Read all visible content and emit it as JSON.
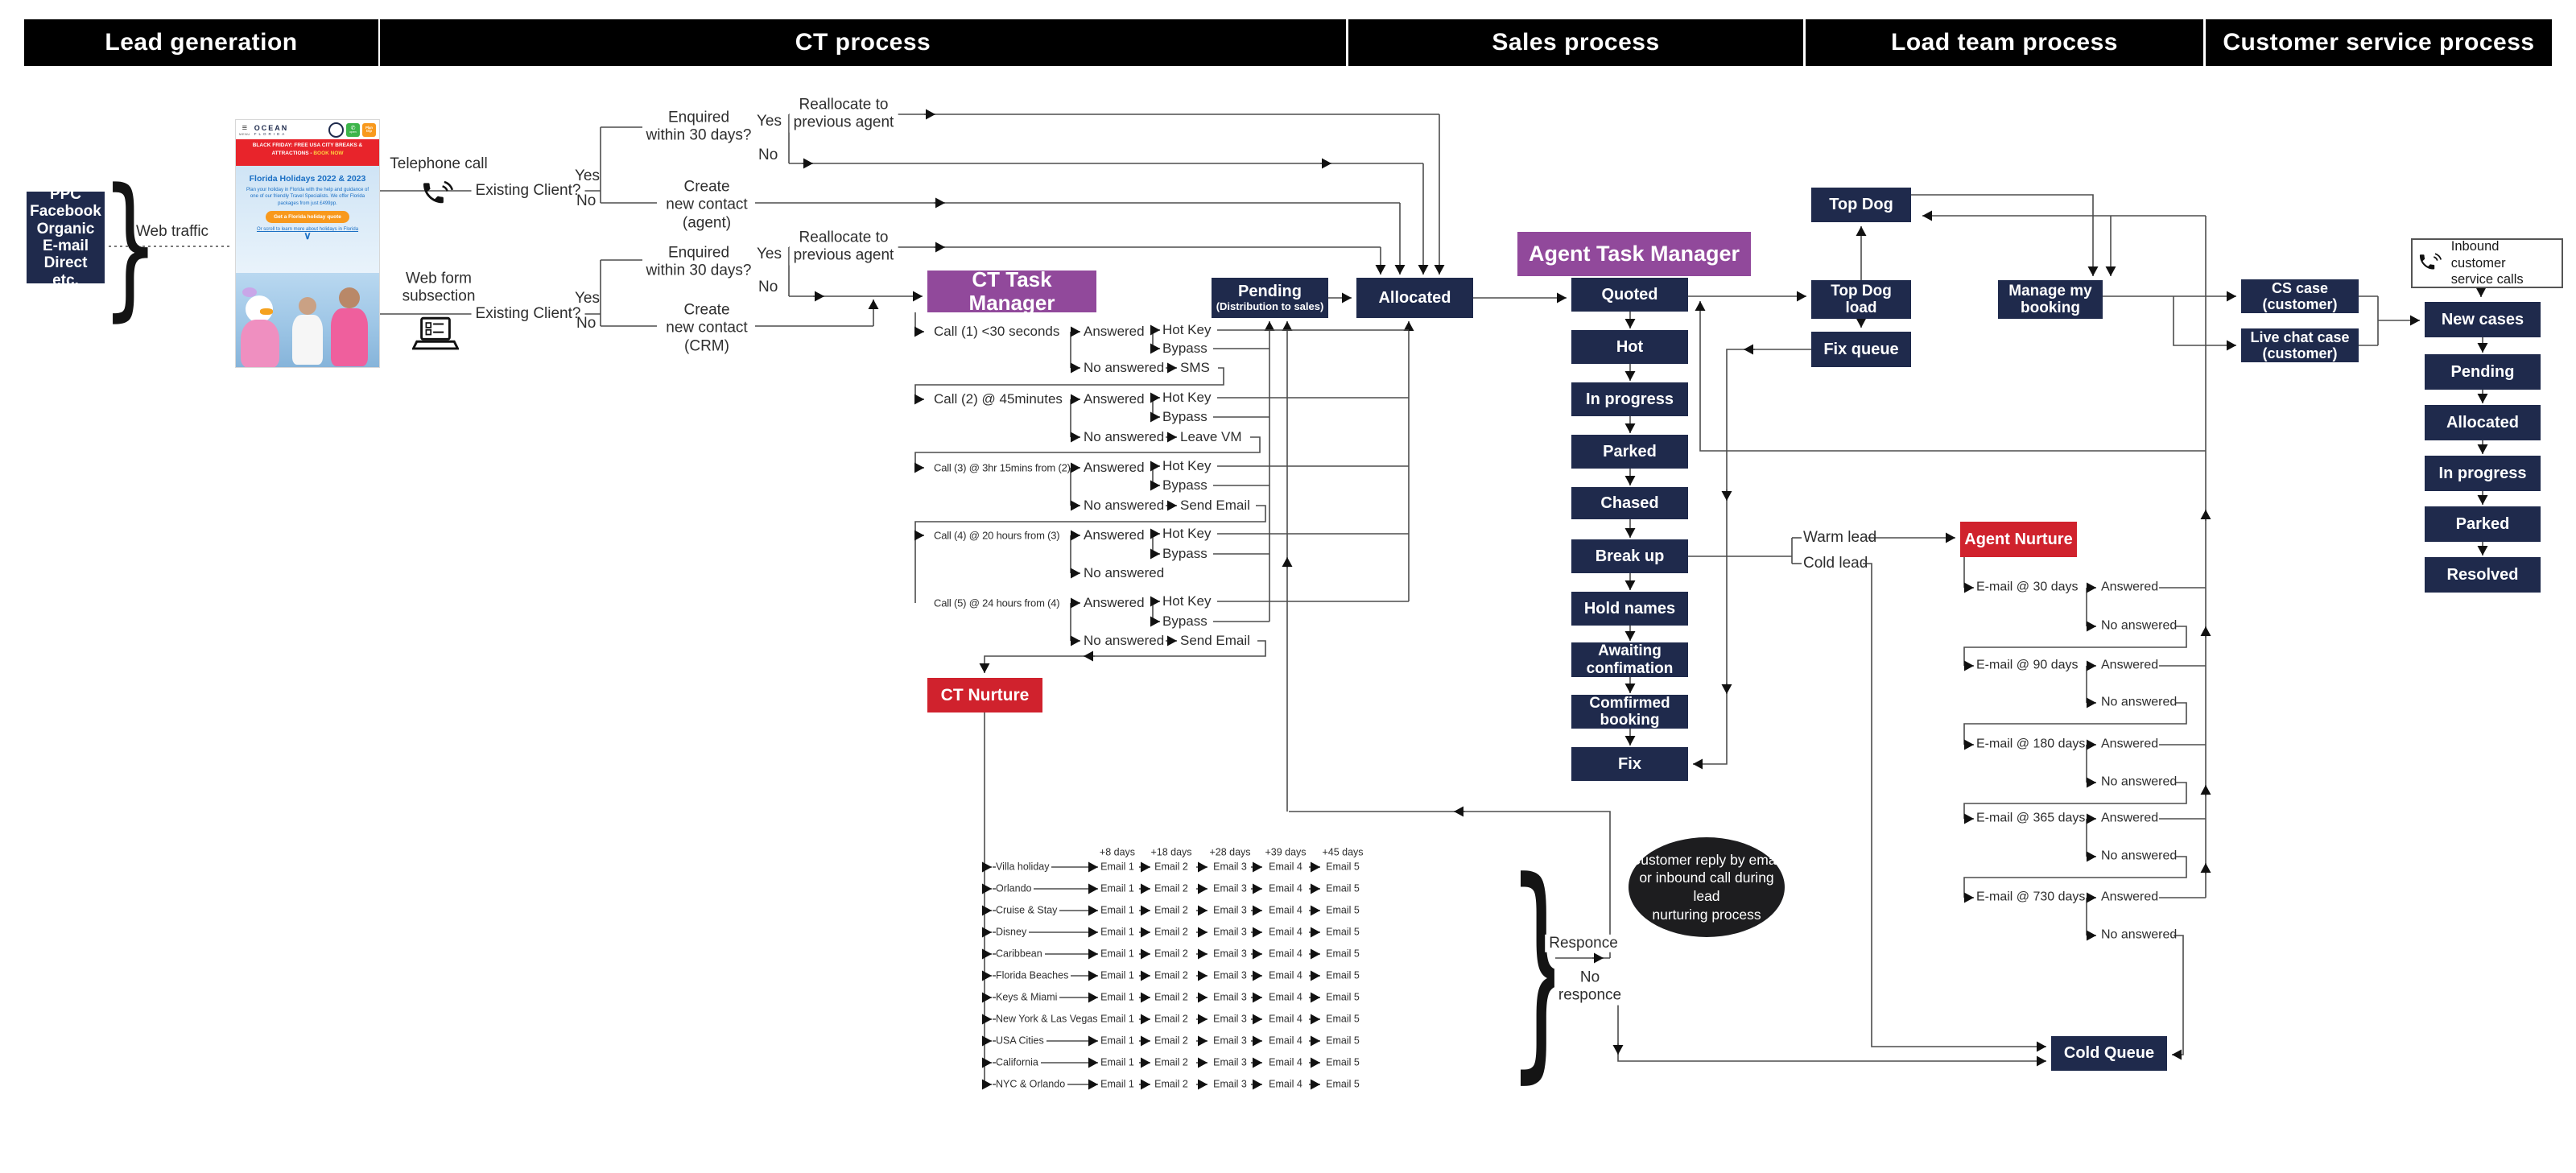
{
  "header": {
    "sections": [
      "Lead generation",
      "CT process",
      "Sales process",
      "Load team process",
      "Customer service process"
    ]
  },
  "lead": {
    "sources": "PPC\nFacebook\nOrganic\nE-mail\nDirect\netc.",
    "web_traffic": "Web traffic",
    "telephone": "Telephone call",
    "web_form": "Web form\nsubsection"
  },
  "brochure": {
    "menu": "MENU",
    "brand_top": "OCEAN",
    "brand_bottom": "FLORIDA",
    "open_label": "open",
    "plan_label": "Plan\ntrip",
    "banner": "BLACK FRIDAY: FREE USA CITY BREAKS & ATTRACTIONS -",
    "banner_cta": "BOOK NOW",
    "heading": "Florida Holidays 2022 & 2023",
    "body": "Plan your holiday in Florida with the help and guidance of one of our friendly Travel Specialists. We offer Florida packages from just £499pp.",
    "cta": "Get a Florida holiday quote",
    "link": "Or scroll to learn more about holidays in Florida",
    "chevron": "∨"
  },
  "branch": {
    "existing": "Existing Client?",
    "yes": "Yes",
    "no": "No",
    "enquired": "Enquired\nwithin 30 days?",
    "reallocate": "Reallocate to\nprevious agent",
    "create_agent": "Create\nnew contact\n(agent)",
    "create_crm": "Create\nnew contact\n(CRM)"
  },
  "ct": {
    "manager": "CT Task Manager",
    "pending": "Pending",
    "pending_sub": "(Distribution to sales)",
    "allocated": "Allocated",
    "answered": "Answered",
    "no_answered": "No answered",
    "hot_key": "Hot Key",
    "bypass": "Bypass",
    "nurture": "CT Nurture",
    "calls": [
      "Call (1) <30 seconds",
      "Call (2) @ 45minutes",
      "Call (3) @ 3hr 15mins from (2)",
      "Call (4) @ 20 hours from (3)",
      "Call (5) @ 24 hours from (4)"
    ],
    "outcomes": [
      "SMS",
      "Leave VM",
      "Send Email",
      null,
      "Send Email"
    ]
  },
  "nurture_table": {
    "day_headers": [
      "+8 days",
      "+18 days",
      "+28 days",
      "+39 days",
      "+45 days"
    ],
    "destinations": [
      "Villa holiday",
      "Orlando",
      "Cruise & Stay",
      "Disney",
      "Caribbean",
      "Florida Beaches",
      "Keys & Miami",
      "New York & Las Vegas",
      "USA Cities",
      "California",
      "NYC & Orlando"
    ],
    "emails": [
      "Email 1",
      "Email 2",
      "Email 3",
      "Email 4",
      "Email 5"
    ]
  },
  "response": {
    "responce": "Responce",
    "no_responce": "No\nresponce",
    "ellipse": "Customer reply by email\nor inbound call during lead\nnurturing process"
  },
  "sales": {
    "manager": "Agent Task Manager",
    "stages": [
      "Quoted",
      "Hot",
      "In progress",
      "Parked",
      "Chased",
      "Break up",
      "Hold names",
      "Awaiting\nconfimation",
      "Comfirmed\nbooking",
      "Fix"
    ],
    "warm": "Warm lead",
    "cold": "Cold lead",
    "cold_queue": "Cold Queue"
  },
  "load": {
    "top_dog": "Top Dog",
    "top_dog_load": "Top Dog\nload",
    "fix_queue": "Fix queue",
    "manage": "Manage my\nbooking"
  },
  "cs": {
    "cs_case": "CS case\n(customer)",
    "live_chat": "Live chat case\n(customer)",
    "inbound": "Inbound customer\nservice calls",
    "stages": [
      "New cases",
      "Pending",
      "Allocated",
      "In progress",
      "Parked",
      "Resolved"
    ]
  },
  "agent_nurture": {
    "title": "Agent Nurture",
    "emails": [
      "E-mail @ 30 days",
      "E-mail @ 90 days",
      "E-mail @ 180 days",
      "E-mail @ 365 days",
      "E-mail @ 730 days"
    ],
    "answered": "Answered",
    "no_answered": "No answered"
  }
}
